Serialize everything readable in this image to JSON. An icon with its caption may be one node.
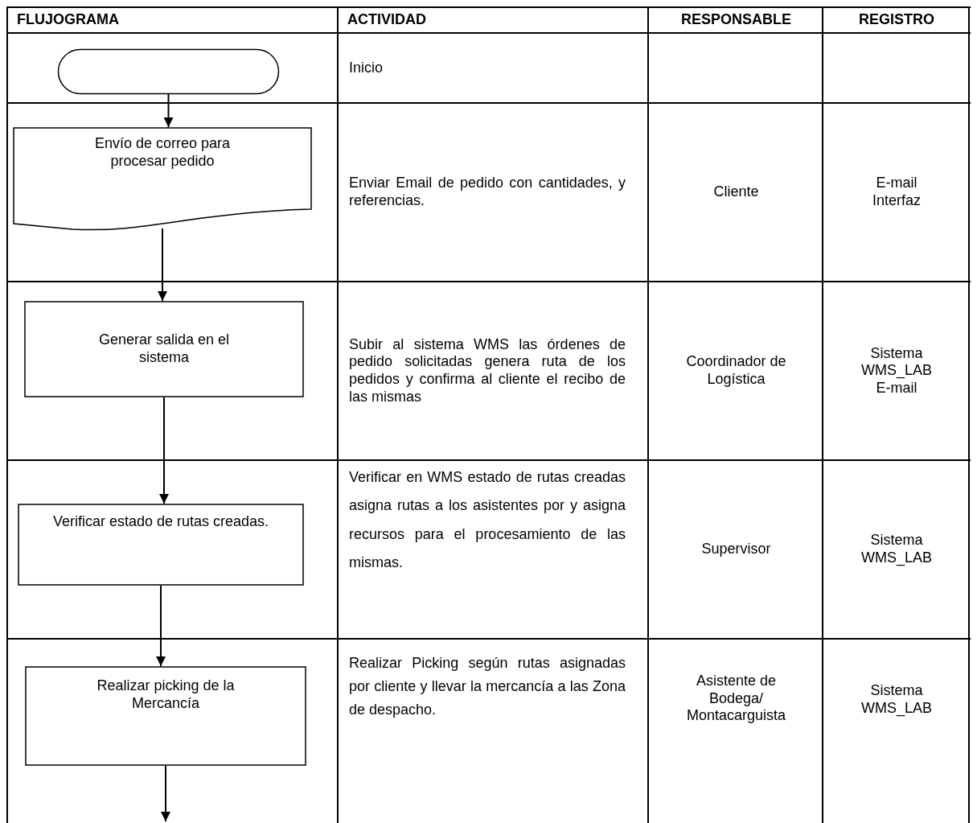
{
  "diagram": {
    "nodes": [
      {
        "text": [],
        "shape": "oval"
      },
      {
        "text": [
          "Envío de correo para procesar pedido"
        ]
      },
      {
        "text": [
          "Generar salida en el sistema"
        ]
      },
      {
        "text": [
          "Verificar estado de rutas creadas."
        ]
      },
      {
        "text": [
          "Realizar picking de la Mercancía"
        ]
      }
    ],
    "edges": [
      {
        "from": 0,
        "to": 1,
        "arrow": "to"
      },
      {
        "from": 1,
        "to": 2,
        "arrow": "to"
      },
      {
        "from": 2,
        "to": 3,
        "arrow": "to"
      },
      {
        "from": 3,
        "to": 4,
        "arrow": "to"
      },
      {
        "from": 4,
        "to": null,
        "arrow": "to"
      }
    ],
    "labels": [
      "FLUJOGRAMA",
      "ACTIVIDAD",
      "RESPONSABLE",
      "REGISTRO",
      "Inicio",
      "Enviar Email de pedido con cantidades, y referencias.",
      "Cliente",
      "E-mail Interfaz",
      "Subir al sistema WMS las órdenes de pedido solicitadas genera ruta de los pedidos y confirma al cliente el recibo de las mismas",
      "Coordinador de Logística",
      "Sistema WMS_LAB E-mail",
      "Verificar en WMS estado de rutas creadas asigna rutas a los asistentes por y asigna recursos para el procesamiento de las mismas.",
      "Supervisor",
      "Sistema WMS_LAB",
      "Realizar Picking según rutas asignadas por cliente y llevar la mercancía a las Zona de despacho.",
      "Asistente de Bodega/ Montacarguista",
      "Sistema WMS_LAB"
    ]
  }
}
